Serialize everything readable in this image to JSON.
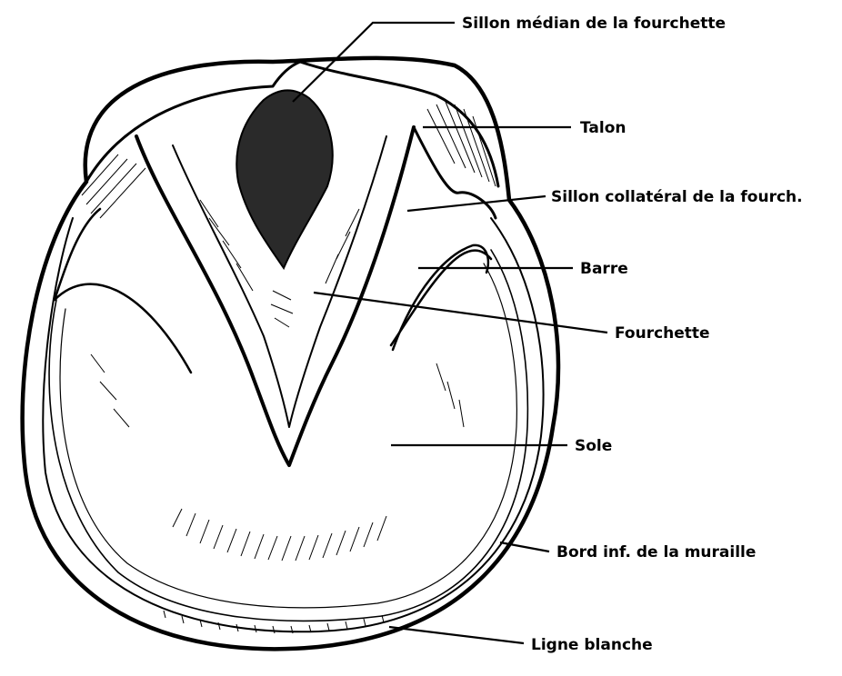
{
  "diagram": {
    "labels": {
      "sillon_median": "Sillon médian de la fourchette",
      "talon": "Talon",
      "sillon_collateral": "Sillon collatéral de la fourch.",
      "barre": "Barre",
      "fourchette": "Fourchette",
      "sole": "Sole",
      "bord_muraille": "Bord inf. de la muraille",
      "ligne_blanche": "Ligne blanche"
    },
    "colors": {
      "ink": "#000000",
      "paper": "#ffffff"
    }
  }
}
